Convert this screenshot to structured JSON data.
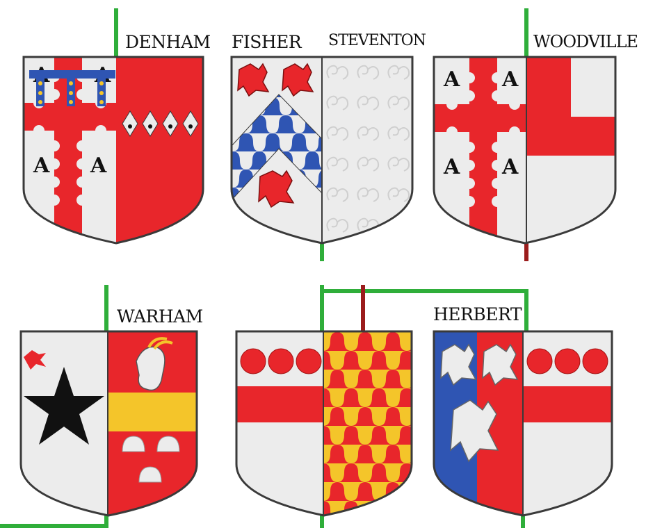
{
  "labels": {
    "denham": "DENHAM",
    "fisher": "FISHER",
    "steventon": "STEVENTON",
    "woodville": "WOODVILLE",
    "warham": "WARHAM",
    "herbert": "HERBERT"
  },
  "colors": {
    "gules": "#e8262b",
    "argent": "#ececec",
    "or": "#f4c52a",
    "azure": "#2f55b3",
    "sable": "#111111",
    "line_green": "#2fae3a",
    "line_darkred": "#9b1c1c",
    "outline": "#3a3a3a"
  }
}
